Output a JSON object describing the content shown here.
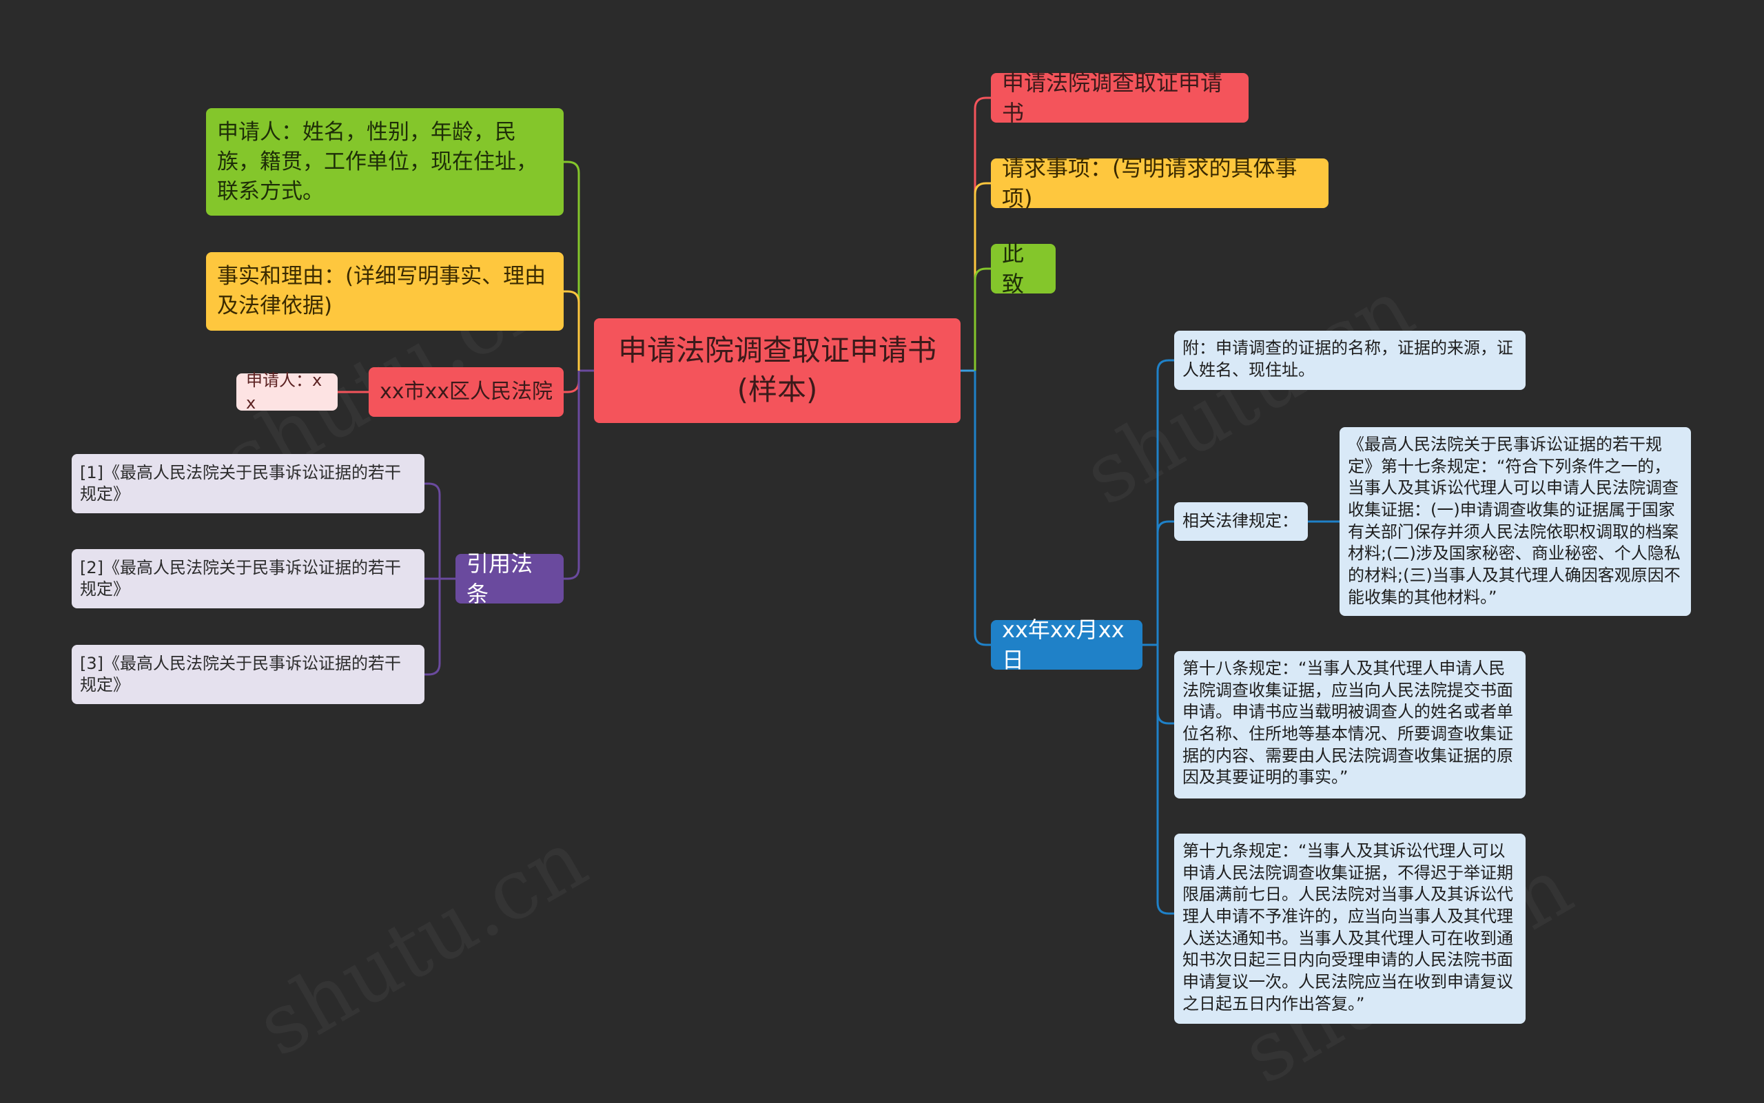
{
  "root": {
    "line1": "申请法院调查取证申请书",
    "line2": "(样本)"
  },
  "right": {
    "title_node": "申请法院调查取证申请书",
    "request": "请求事项：(写明请求的具体事项)",
    "closing": "此致",
    "date": "xx年xx月xx日",
    "attachment": "附：申请调查的证据的名称，证据的来源，证人姓名、现住址。",
    "related_law_label": "相关法律规定：",
    "art17": "《最高人民法院关于民事诉讼证据的若干规定》第十七条规定：“符合下列条件之一的，当事人及其诉讼代理人可以申请人民法院调查收集证据：(一)申请调查收集的证据属于国家有关部门保存并须人民法院依职权调取的档案材料;(二)涉及国家秘密、商业秘密、个人隐私的材料;(三)当事人及其代理人确因客观原因不能收集的其他材料。”",
    "art18": "第十八条规定：“当事人及其代理人申请人民法院调查收集证据，应当向人民法院提交书面申请。申请书应当载明被调查人的姓名或者单位名称、住所地等基本情况、所要调查收集证据的内容、需要由人民法院调查收集证据的原因及其要证明的事实。”",
    "art19": "第十九条规定：“当事人及其诉讼代理人可以申请人民法院调查收集证据，不得迟于举证期限届满前七日。人民法院对当事人及其诉讼代理人申请不予准许的，应当向当事人及其代理人送达通知书。当事人及其代理人可在收到通知书次日起三日内向受理申请的人民法院书面申请复议一次。人民法院应当在收到申请复议之日起五日内作出答复。”"
  },
  "left": {
    "applicant": "申请人：姓名，性别，年龄，民族，籍贯，工作单位，现在住址，联系方式。",
    "facts": "事实和理由：(详细写明事实、理由及法律依据)",
    "court": "xx市xx区人民法院",
    "applicant_sign": "申请人：xx",
    "citations_label": "引用法条",
    "citations": [
      "[1]《最高人民法院关于民事诉讼证据的若干规定》",
      "[2]《最高人民法院关于民事诉讼证据的若干规定》",
      "[3]《最高人民法院关于民事诉讼证据的若干规定》"
    ]
  },
  "watermark": "shutu.cn",
  "colors": {
    "background": "#2b2b2b",
    "red": "#f4545b",
    "orange": "#fec73e",
    "green": "#84c62b",
    "blue": "#1f81c8",
    "purple": "#6a4a9e",
    "light_blue": "#d9e9f7",
    "lavender": "#e5e1ee",
    "pink": "#fde3e3"
  }
}
